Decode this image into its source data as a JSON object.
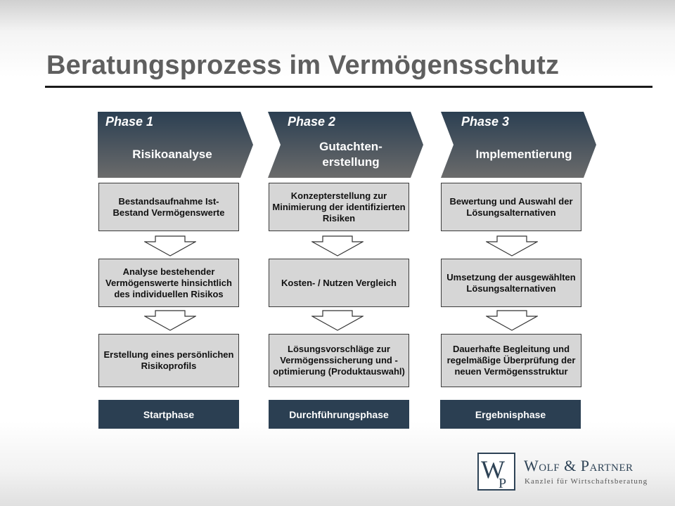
{
  "title": "Beratungsprozess im Vermögensschutz",
  "colors": {
    "phase_dark": "#2b3f52",
    "phase_light": "#6b6b6b",
    "step_fill": "#d6d6d6",
    "title_text": "#5f5f5f"
  },
  "phases": [
    {
      "label": "Phase 1",
      "name": "Risikoanalyse",
      "steps": [
        "Bestandsaufnahme Ist-Bestand Vermögenswerte",
        "Analyse bestehender Vermögenswerte hinsichtlich des individuellen Risikos",
        "Erstellung eines persönlichen Risikoprofils"
      ],
      "stage": "Startphase"
    },
    {
      "label": "Phase 2",
      "name": "Gutachten-\nerstellung",
      "steps": [
        "Konzepterstellung zur Minimierung der identifizierten Risiken",
        "Kosten- / Nutzen Vergleich",
        "Lösungsvorschläge zur Vermögenssicherung und -optimierung (Produktauswahl)"
      ],
      "stage": "Durchführungsphase"
    },
    {
      "label": "Phase 3",
      "name": "Implementierung",
      "steps": [
        "Bewertung und Auswahl der Lösungsalternativen",
        "Umsetzung der ausgewählten Lösungsalternativen",
        "Dauerhafte Begleitung und regelmäßige Überprüfung der neuen Vermögensstruktur"
      ],
      "stage": "Ergebnisphase"
    }
  ],
  "logo": {
    "name": "Wolf & Partner",
    "subtitle": "Kanzlei für Wirtschaftsberatung",
    "monogram": "WP"
  }
}
